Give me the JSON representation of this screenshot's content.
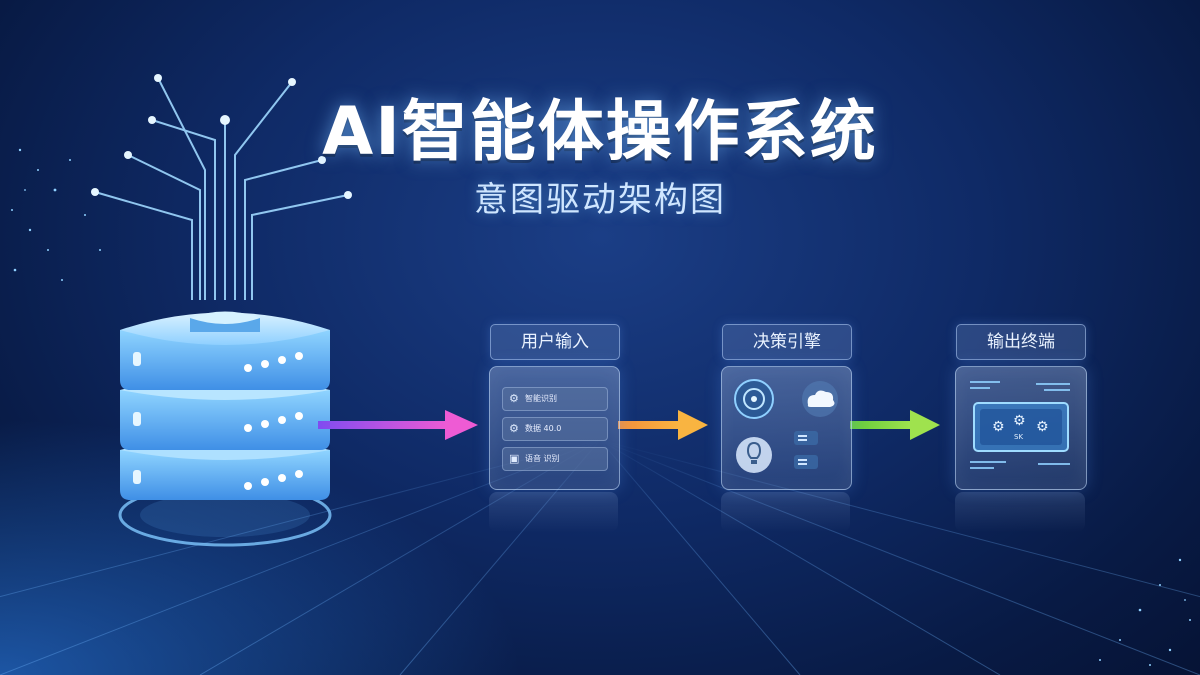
{
  "header": {
    "title": "AI智能体操作系统",
    "subtitle": "意图驱动架构图"
  },
  "stages": [
    {
      "label": "用户输入",
      "rows": [
        {
          "icon": "gear-icon",
          "text": "智能识别"
        },
        {
          "icon": "gear-icon",
          "text": "数据 40.0"
        },
        {
          "icon": "chip-icon",
          "text": "语音 识别"
        }
      ]
    },
    {
      "label": "决策引擎",
      "icons": [
        "ai-core-icon",
        "cloud-icon",
        "lightbulb-icon",
        "list-icon",
        "list-icon"
      ]
    },
    {
      "label": "输出终端",
      "screen_text": "SK"
    }
  ],
  "colors": {
    "arrow_1": "#c651e6",
    "arrow_2": "#f6a43a",
    "arrow_3": "#7fd13e",
    "accent": "#5fc8ff"
  }
}
